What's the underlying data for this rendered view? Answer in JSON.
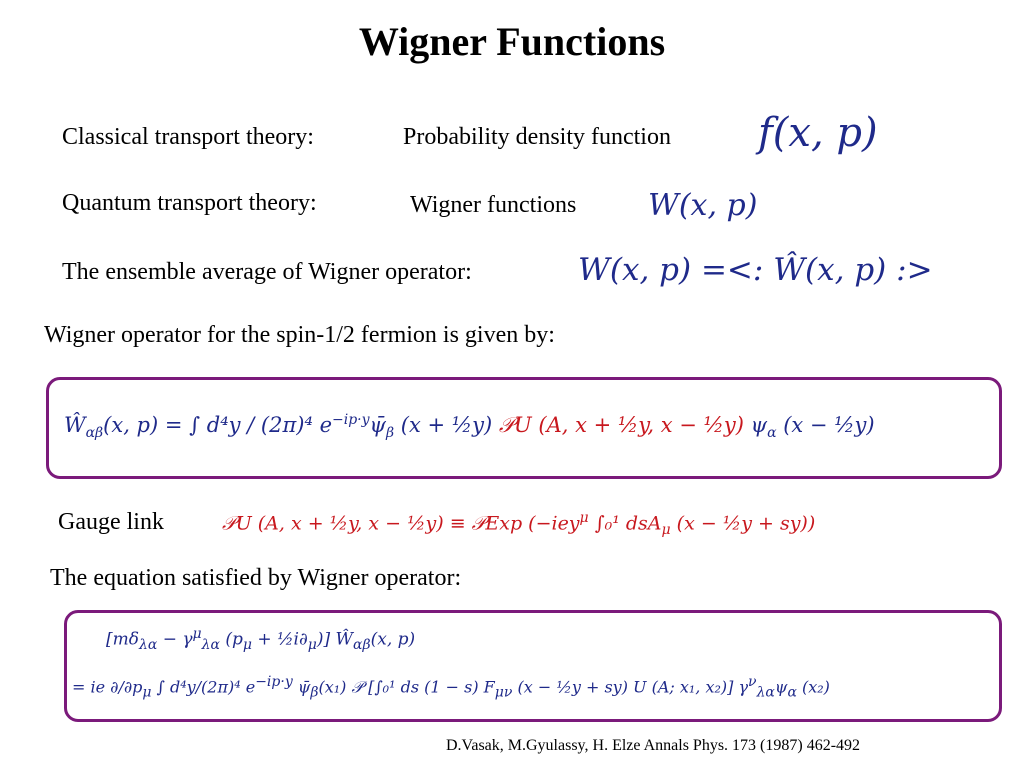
{
  "title": "Wigner Functions",
  "rows": {
    "classical_label": "Classical transport theory:",
    "classical_desc": "Probability density function",
    "classical_math": "f(x, p)",
    "quantum_label": "Quantum transport theory:",
    "quantum_desc": "Wigner functions",
    "quantum_math": "W(x, p)",
    "ensemble_label": "The ensemble average of Wigner operator:",
    "ensemble_math": "W(x, p) =<: Ŵ(x, p) :>"
  },
  "spin_label": "Wigner operator for the spin-1/2 fermion is given by:",
  "eq1": {
    "lhs": "Ŵ",
    "lhs_sub": "αβ",
    "lhs_args": "(x, p) = ∫",
    "frac": "d⁴y / (2π)⁴",
    "exp": "e",
    "exp_sup": "−ip·y",
    "psibar": "ψ̄",
    "psibar_sub": "β",
    "arg1": "(x + ½y)",
    "pu": "𝒫U",
    "arg2": "(A, x + ½y, x − ½y)",
    "psi": "ψ",
    "psi_sub": "α",
    "arg3": "(x − ½y)"
  },
  "gauge_label": "Gauge link",
  "gauge_eq": {
    "lhs": "𝒫U (A, x + ½y, x − ½y) ≡ 𝒫Exp",
    "rhs": "(−iey",
    "rhs_sup": "μ",
    "integral": " ∫₀¹ dsA",
    "integral_sub": "μ",
    "tail": " (x − ½y + sy))"
  },
  "equation_label": "The equation satisfied by Wigner operator:",
  "eq2": {
    "line1": "[mδ",
    "line1_sub": "λα",
    "line1_b": " − γ",
    "line1_b_sup": "μ",
    "line1_b_sub": "λα",
    "line1_c": " (p",
    "line1_c_sub": "μ",
    "line1_d": " + ½i∂",
    "line1_d_sub": "μ",
    "line1_e": ")] Ŵ",
    "line1_e_sub": "αβ",
    "line1_f": "(x, p)",
    "line2": "= ie ∂/∂p",
    "line2_sub": "μ",
    "line2_b": " ∫ d⁴y/(2π)⁴ e",
    "line2_b_sup": "−ip·y",
    "line2_c": " ψ̄",
    "line2_c_sub": "β",
    "line2_d": "(x₁) 𝒫 [∫₀¹ ds (1 − s) F",
    "line2_d_sub": "μν",
    "line2_e": " (x − ½y + sy) U (A; x₁, x₂)] γ",
    "line2_e_sup": "ν",
    "line2_e_sub": "λα",
    "line2_f": "ψ",
    "line2_f_sub": "α",
    "line2_g": " (x₂)"
  },
  "reference": "D.Vasak, M.Gyulassy, H. Elze Annals Phys. 173 (1987) 462-492",
  "colors": {
    "box_border": "#7b1a7b",
    "math_blue": "#1f2a8a",
    "math_red": "#c8181e"
  }
}
